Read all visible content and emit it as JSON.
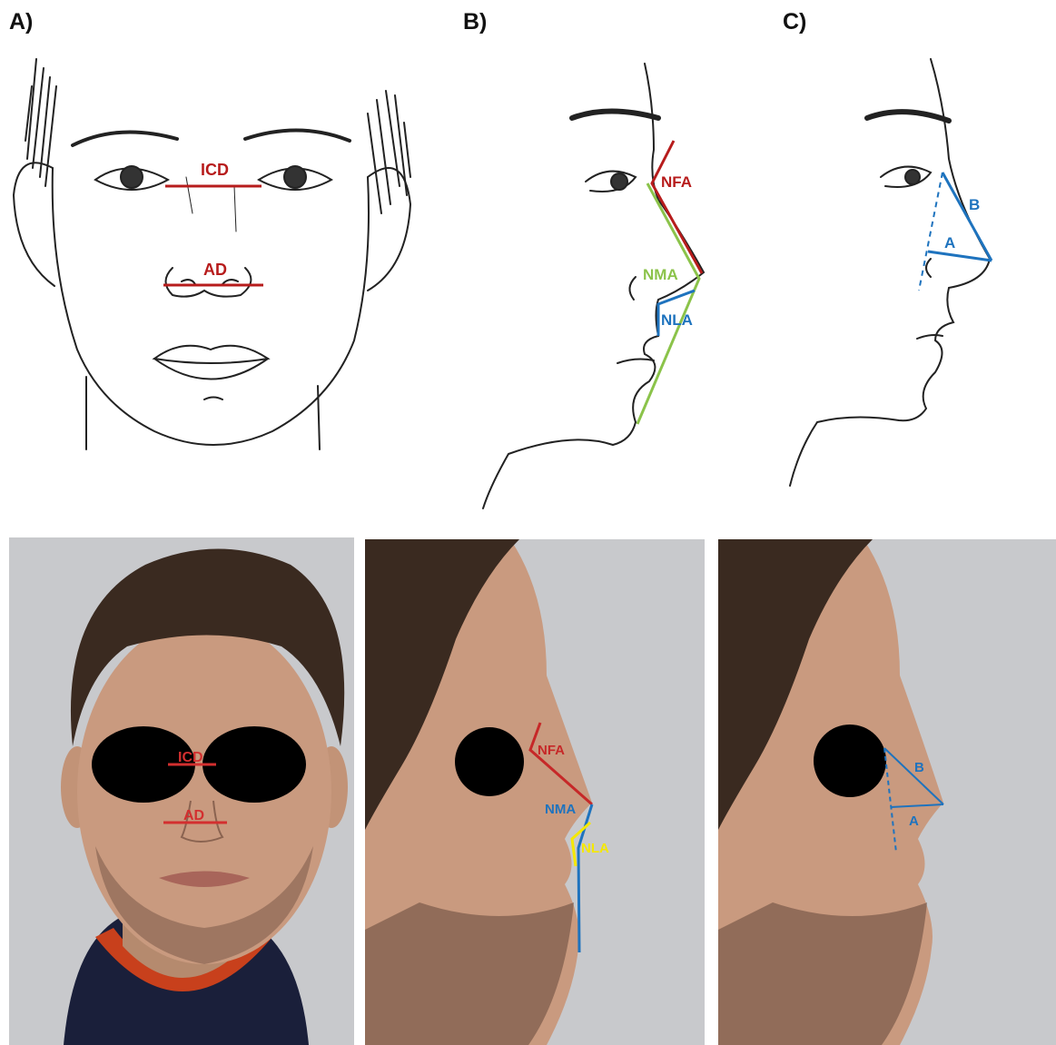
{
  "panels": {
    "a": {
      "label": "A)"
    },
    "b": {
      "label": "B)"
    },
    "c": {
      "label": "C)"
    }
  },
  "annotations": {
    "icd": "ICD",
    "ad": "AD",
    "nfa": "NFA",
    "nma": "NMA",
    "nla": "NLA",
    "a": "A",
    "b": "B"
  },
  "colors": {
    "red": "#b71c1c",
    "green": "#8bc34a",
    "blue": "#1e73be",
    "yellow": "#f5e800",
    "ink": "#222222",
    "skin": "#c69a7e",
    "hair": "#3a2a20",
    "background_photo": "#c8c9cc",
    "sweater_red": "#c8401c",
    "sweater_navy": "#1a1f3a",
    "eye_mask": "#000000"
  }
}
